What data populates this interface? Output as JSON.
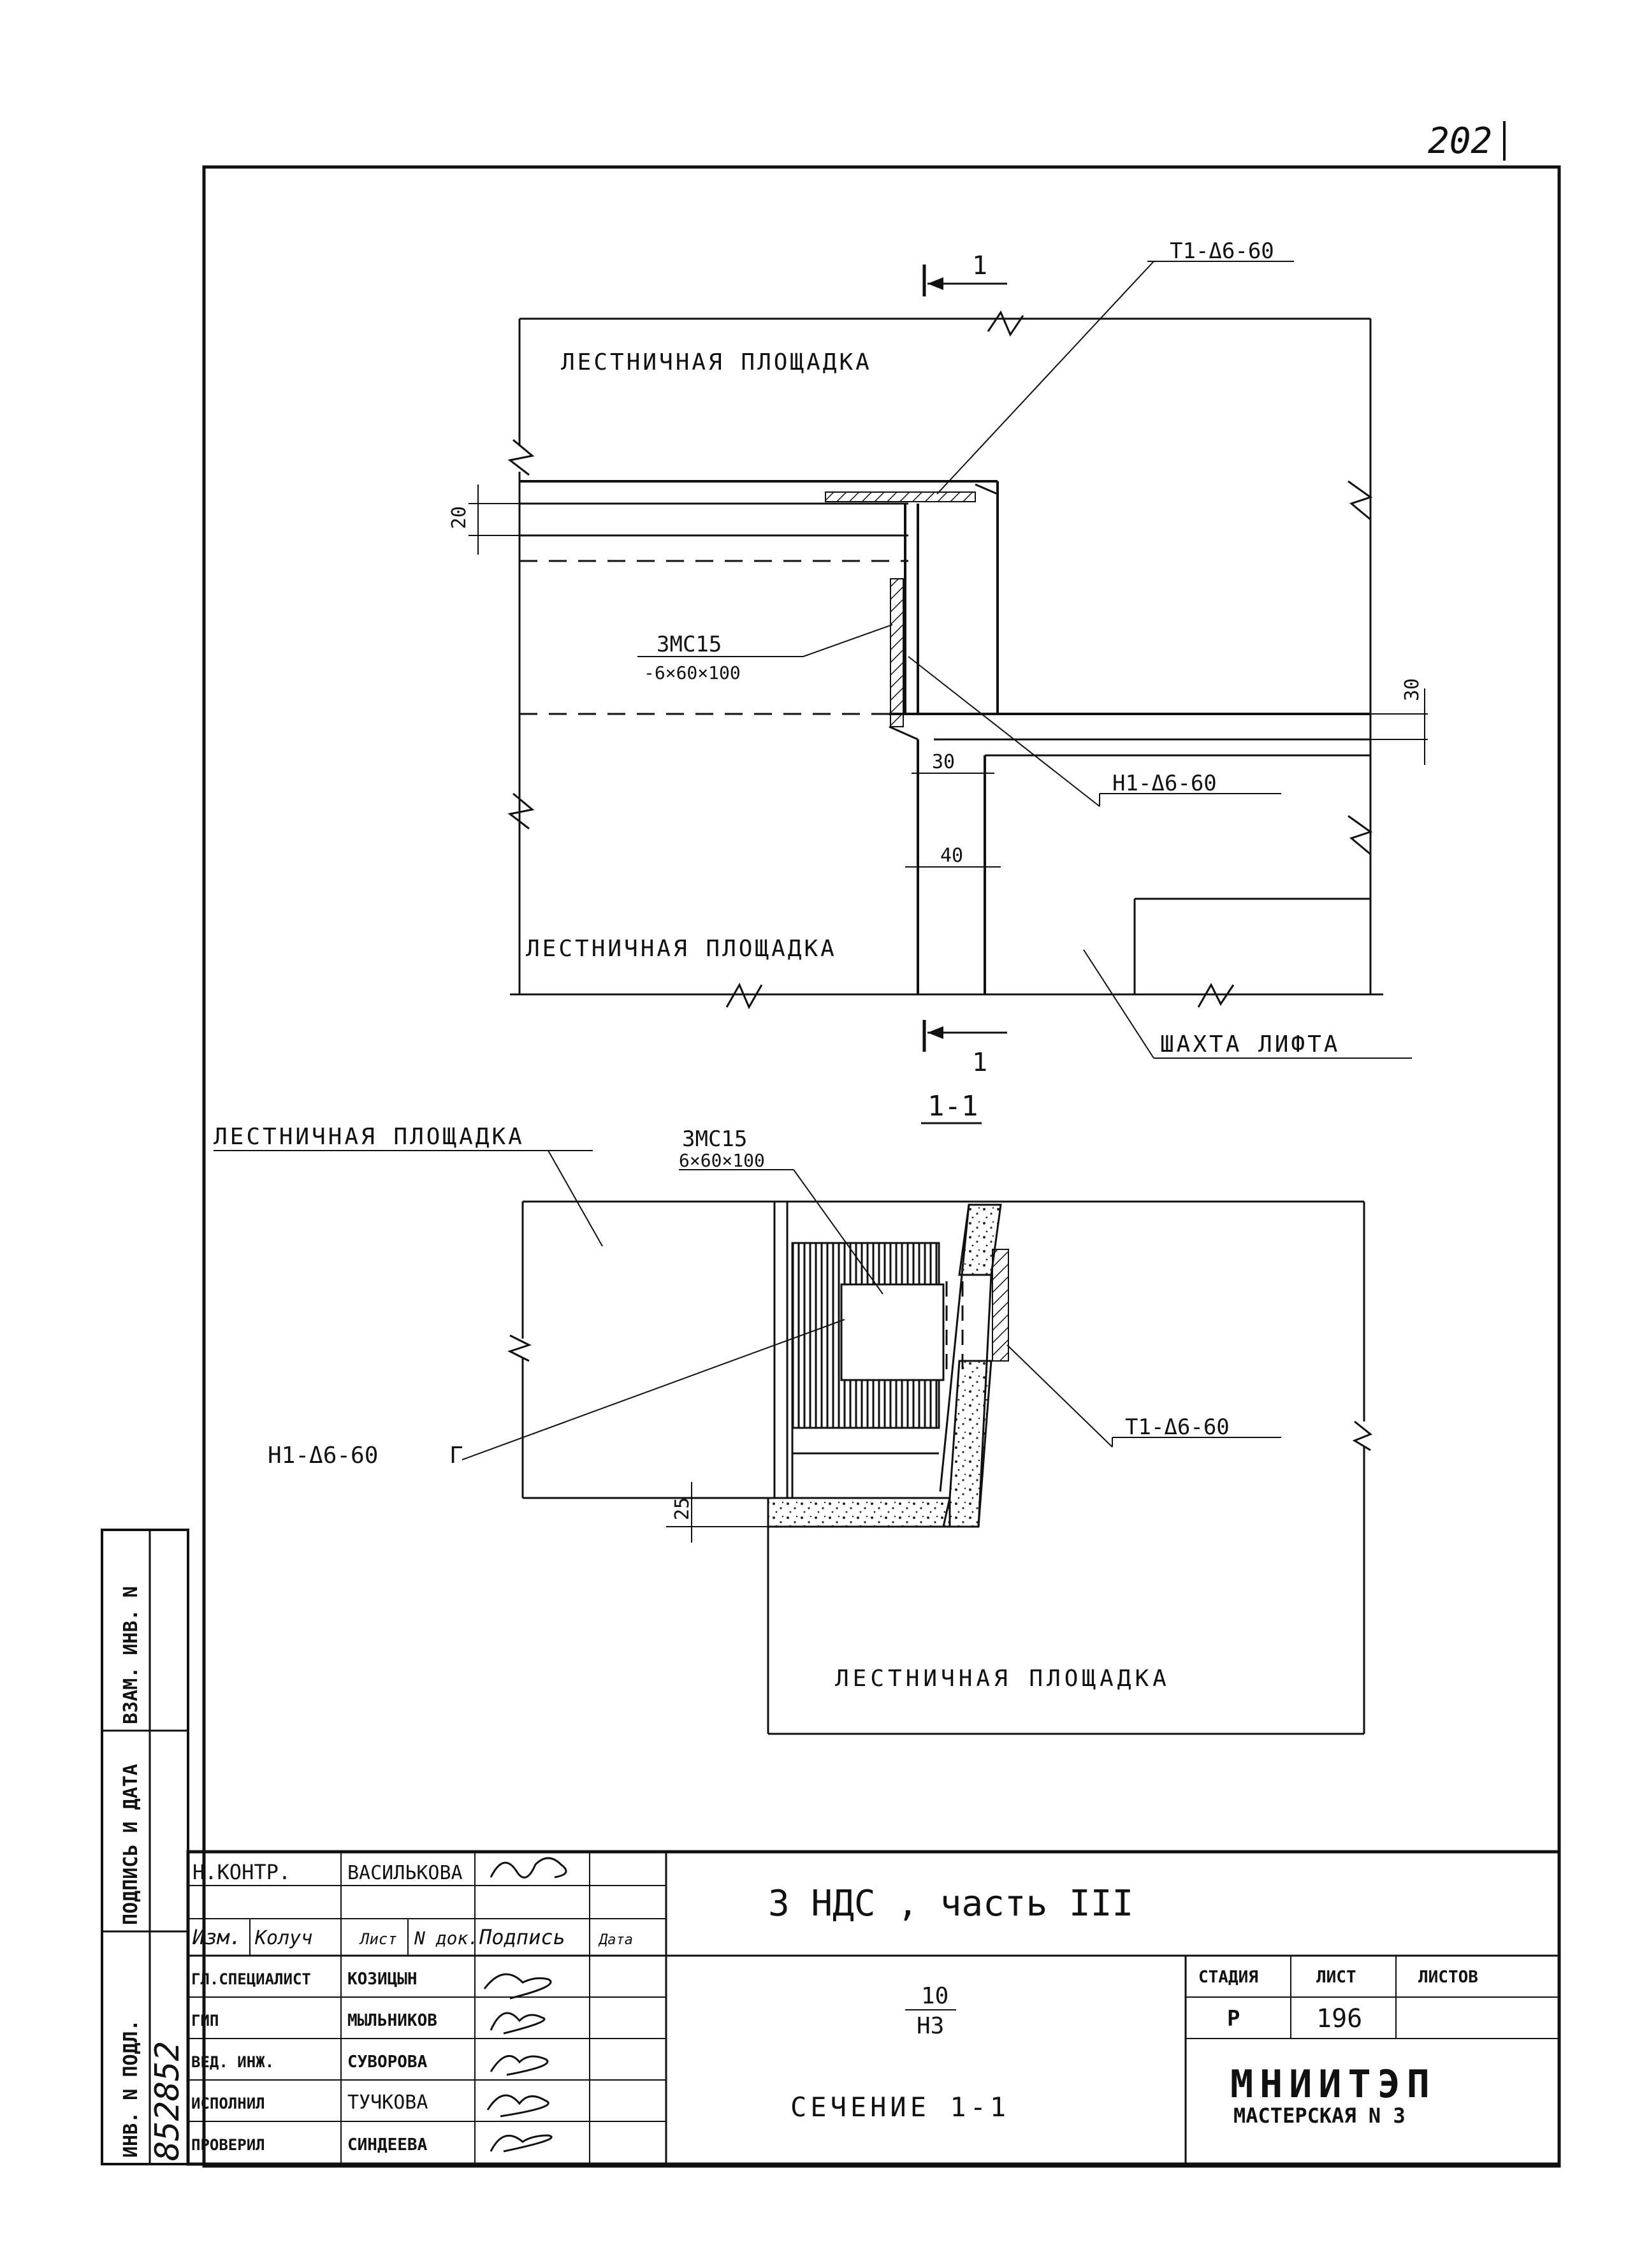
{
  "page_number": "202",
  "plan": {
    "landing_top": "ЛЕСТНИЧНАЯ ПЛОЩАДКА",
    "landing_bottom": "ЛЕСТНИЧНАЯ ПЛОЩАДКА",
    "elevator_shaft": "ШАХТА ЛИФТА",
    "section_mark_top": "1",
    "section_mark_bottom": "1",
    "callout_t1": "Т1-Δ6-60",
    "callout_n1": "Н1-Δ6-60",
    "part_name": "ЗМС15",
    "part_size": "-6×60×100",
    "dim_20": "20",
    "dim_30_right": "30",
    "dim_30": "30",
    "dim_40": "40"
  },
  "section": {
    "title": "1-1",
    "landing_left": "ЛЕСТНИЧНАЯ ПЛОЩАДКА",
    "landing_bottom": "ЛЕСТНИЧНАЯ ПЛОЩАДКА",
    "part_name": "ЗМС15",
    "part_size": "6×60×100",
    "callout_n1": "Н1-Δ6-60",
    "callout_n1_suffix": "Г",
    "callout_t1": "Т1-Δ6-60",
    "dim_25": "25"
  },
  "side_stamp": {
    "inv_orig": "ИНВ. N ПОДЛ.",
    "sign_date": "ПОДПИСЬ И ДАТА",
    "vzam_inv": "ВЗАМ. ИНВ. N",
    "inv_number": "852852"
  },
  "title_block": {
    "nkontr_role": "Н.КОНТР.",
    "nkontr_name": "ВАСИЛЬКОВА",
    "col_izm": "Изм.",
    "col_koluch": "Колуч",
    "col_list": "Лист",
    "col_ndok": "N док.",
    "col_podpis": "Подпись",
    "col_data": "Дата",
    "rows": [
      {
        "role": "ГЛ.СПЕЦИАЛИСТ",
        "name": "КОЗИЦЫН"
      },
      {
        "role": "ГИП",
        "name": "МЫЛЬНИКОВ"
      },
      {
        "role": "ВЕД. ИНЖ.",
        "name": "СУВОРОВА"
      },
      {
        "role": "ИСПОЛНИЛ",
        "name": "ТУЧКОВА"
      },
      {
        "role": "ПРОВЕРИЛ",
        "name": "СИНДЕЕВА"
      }
    ],
    "project": "3 НДС , часть III",
    "code_top": "10",
    "code_bottom": "Н3",
    "sheet_title": "СЕЧЕНИЕ 1-1",
    "stage_label": "СТАДИЯ",
    "sheet_label": "ЛИСТ",
    "sheets_label": "ЛИСТОВ",
    "stage_value": "Р",
    "sheet_value": "196",
    "org_name": "МНИИТЭП",
    "org_sub": "МАСТЕРСКАЯ N 3"
  }
}
